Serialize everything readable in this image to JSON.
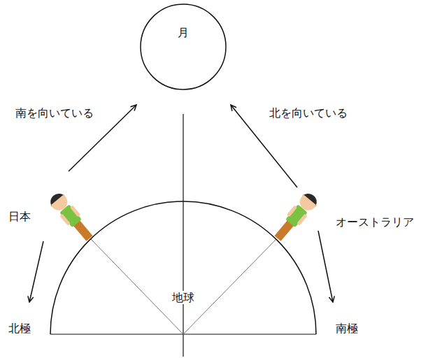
{
  "diagram": {
    "nodes": [
      {
        "text": [
          "月"
        ]
      },
      {
        "text": [
          "地球"
        ]
      }
    ],
    "labels": [
      "南を向いている",
      "北を向いている",
      "日本",
      "オーストラリア",
      "北極",
      "南極"
    ]
  }
}
